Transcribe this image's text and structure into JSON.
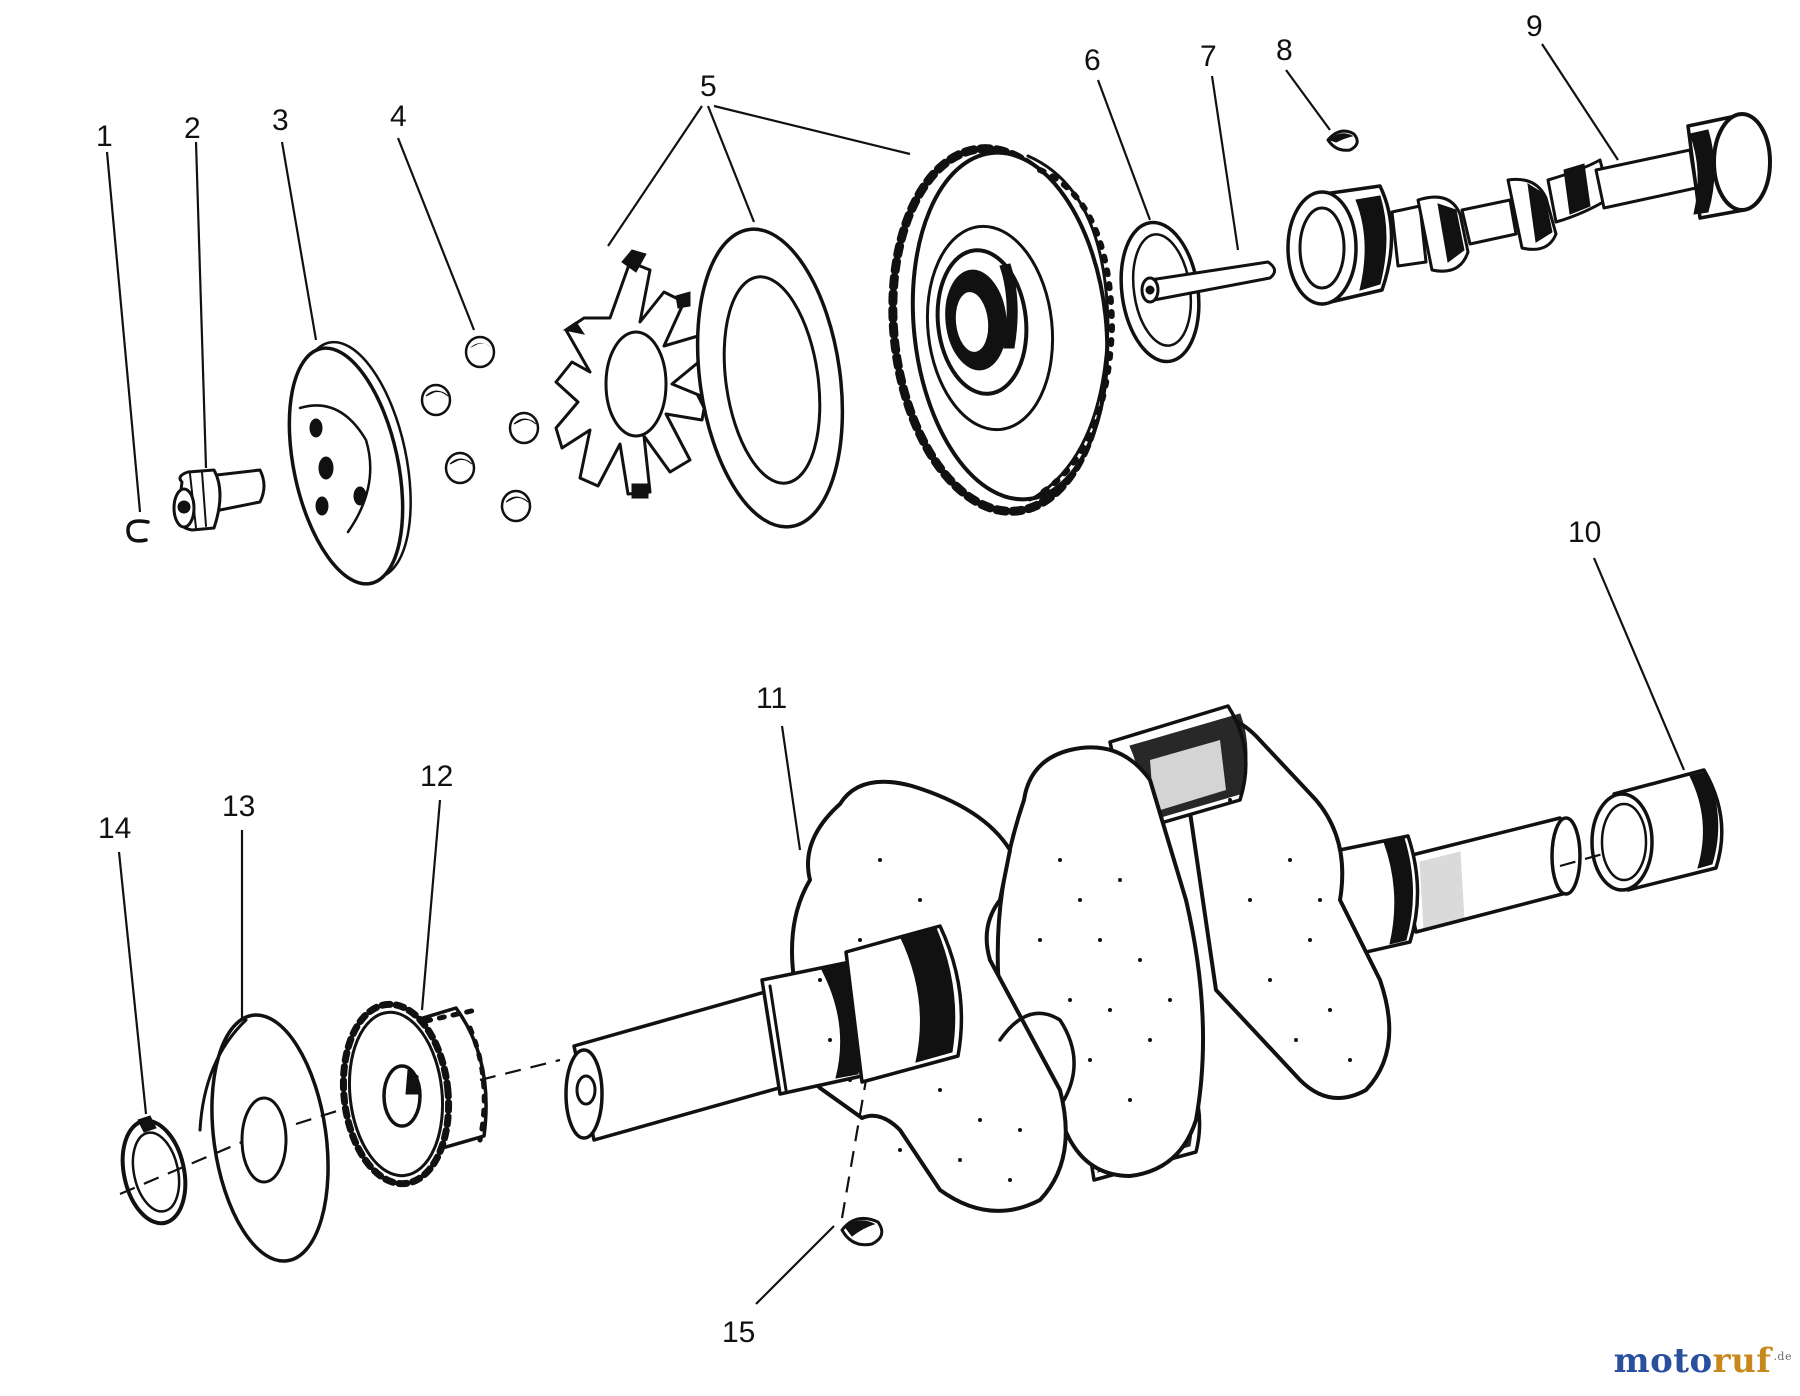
{
  "callouts": [
    {
      "id": "1",
      "label": "1"
    },
    {
      "id": "2",
      "label": "2"
    },
    {
      "id": "3",
      "label": "3"
    },
    {
      "id": "4",
      "label": "4"
    },
    {
      "id": "5",
      "label": "5"
    },
    {
      "id": "6",
      "label": "6"
    },
    {
      "id": "7",
      "label": "7"
    },
    {
      "id": "8",
      "label": "8"
    },
    {
      "id": "9",
      "label": "9"
    },
    {
      "id": "10",
      "label": "10"
    },
    {
      "id": "11",
      "label": "11"
    },
    {
      "id": "12",
      "label": "12"
    },
    {
      "id": "13",
      "label": "13"
    },
    {
      "id": "14",
      "label": "14"
    },
    {
      "id": "15",
      "label": "15"
    }
  ],
  "watermark": {
    "part1": "moto",
    "part2": "ruf",
    "suffix": ".de"
  },
  "colors": {
    "ink": "#111111",
    "watermark_primary": "#2a4f9c",
    "watermark_accent": "#c8891c",
    "background": "#ffffff"
  }
}
